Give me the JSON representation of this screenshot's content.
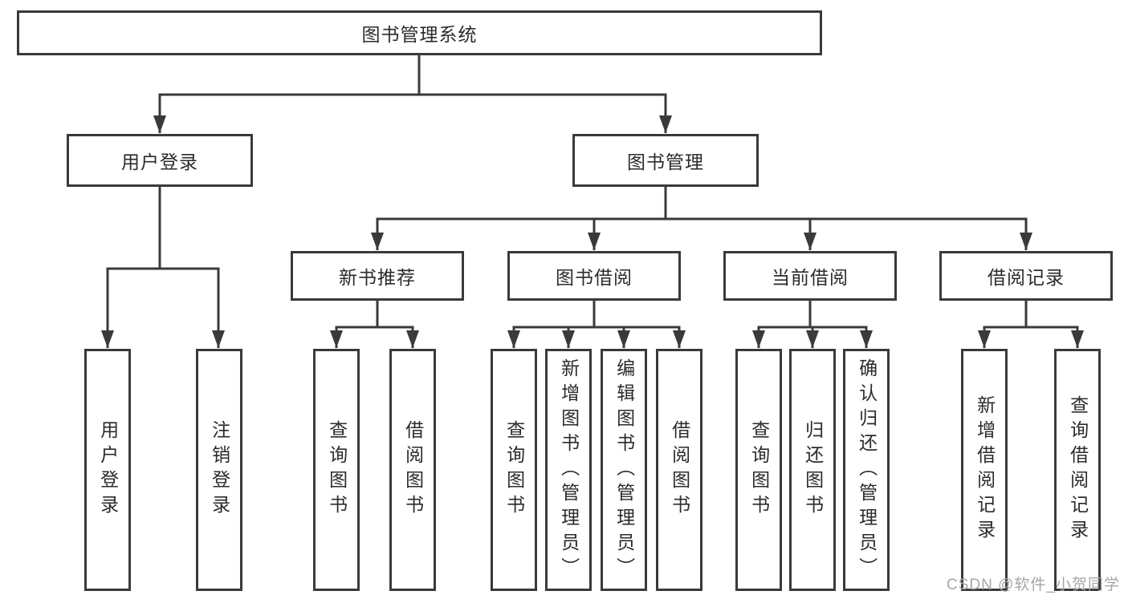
{
  "diagram": {
    "root": {
      "label": "图书管理系统"
    },
    "level2": {
      "user": {
        "label": "用户登录"
      },
      "mgmt": {
        "label": "图书管理"
      }
    },
    "level3": {
      "recommend": {
        "label": "新书推荐"
      },
      "borrow": {
        "label": "图书借阅"
      },
      "current": {
        "label": "当前借阅"
      },
      "records": {
        "label": "借阅记录"
      }
    },
    "leaves": {
      "user": [
        "用户登录",
        "注销登录"
      ],
      "recommend": [
        "查询图书",
        "借阅图书"
      ],
      "borrow": [
        "查询图书",
        "新增图书（管理员）",
        "编辑图书（管理员）",
        "借阅图书"
      ],
      "current": [
        "查询图书",
        "归还图书",
        "确认归还（管理员）"
      ],
      "records": [
        "新增借阅记录",
        "查询借阅记录"
      ]
    },
    "colors": {
      "line": "#3a3a3a",
      "text": "#2b2b2b",
      "watermark": "#a6a6a6",
      "background": "#ffffff"
    }
  },
  "watermark": {
    "text": "CSDN @软件_小贺同学"
  }
}
